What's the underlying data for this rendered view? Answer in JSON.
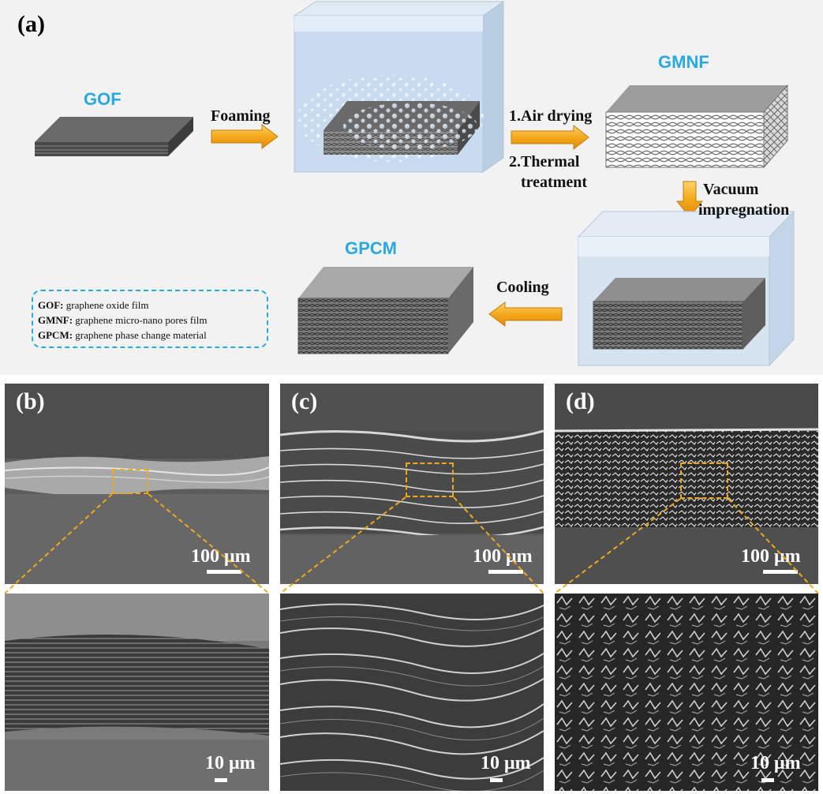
{
  "panel_a": {
    "letter": "(a)",
    "materials": {
      "gof": "GOF",
      "gmnf": "GMNF",
      "gpcm": "GPCM"
    },
    "steps": {
      "foaming": "Foaming",
      "air_drying": "1.Air drying",
      "thermal_1": "2.Thermal",
      "thermal_2": "treatment",
      "vacuum_1": "Vacuum",
      "vacuum_2": "impregnation",
      "cooling": "Cooling"
    },
    "legend": [
      {
        "abbr": "GOF:",
        "text": " graphene oxide film"
      },
      {
        "abbr": "GMNF:",
        "text": " graphene micro-nano pores film"
      },
      {
        "abbr": "GPCM:",
        "text": " graphene phase change material"
      }
    ]
  },
  "sem_panels": [
    {
      "letter": "(b)",
      "scale_top": "100 μm",
      "scale_bottom": "10 μm"
    },
    {
      "letter": "(c)",
      "scale_top": "100 μm",
      "scale_bottom": "10 μm"
    },
    {
      "letter": "(d)",
      "scale_top": "100 μm",
      "scale_bottom": "10 μm"
    }
  ],
  "colors": {
    "material_label": "#2aa8e0",
    "arrow": "#f5b01c",
    "zoom_box": "#f0a81a",
    "legend_border": "#29a8e0"
  }
}
